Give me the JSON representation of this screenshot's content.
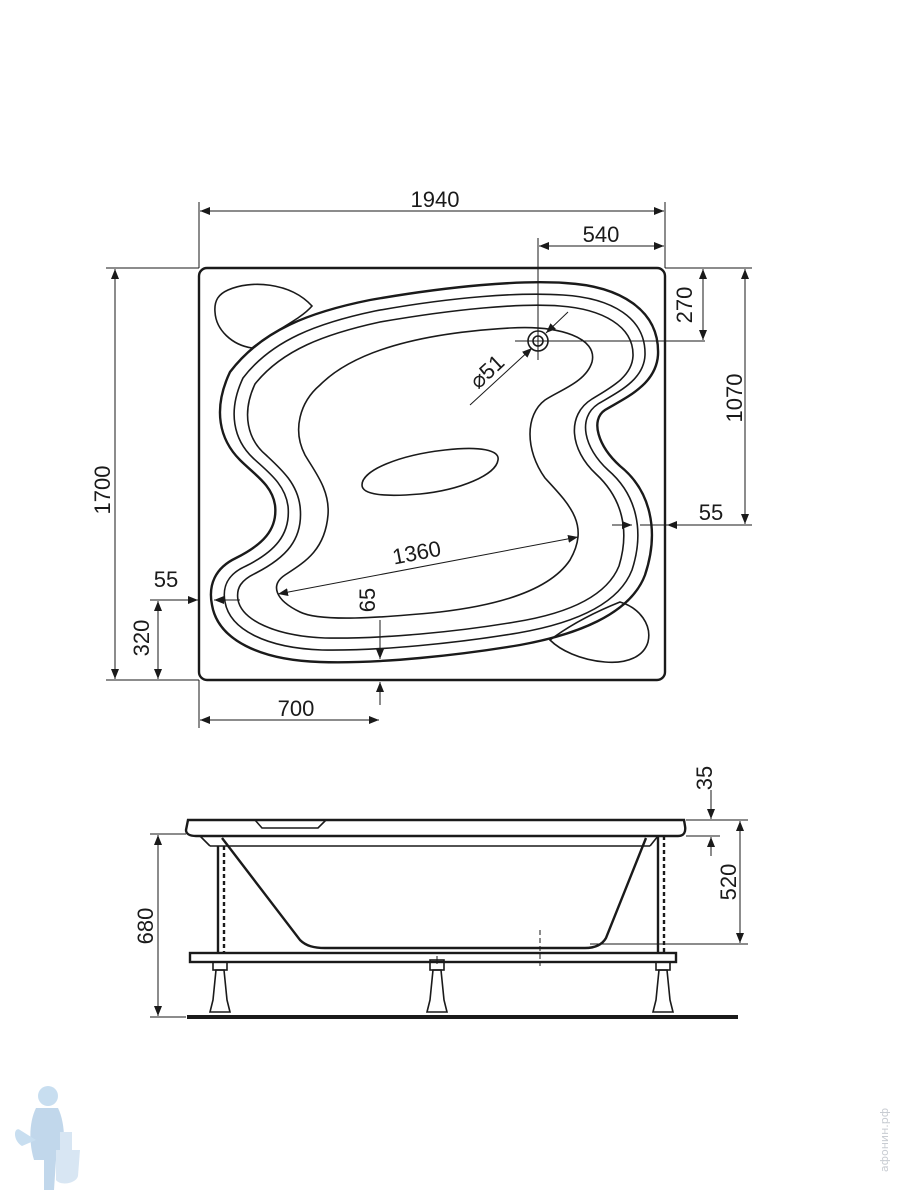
{
  "top_view": {
    "overall_width": "1940",
    "drain_offset_right": "540",
    "drain_offset_top": "270",
    "drain_diameter": "⌀51",
    "drain_to_armrest": "1070",
    "rim_right": "55",
    "overall_length": "1700",
    "rim_left": "55",
    "left_offset": "320",
    "inner_length": "1360",
    "depth_offset": "65",
    "bottom_offset": "700"
  },
  "side_view": {
    "rim_height": "35",
    "tub_depth": "520",
    "total_height": "680"
  },
  "watermark": {
    "text": "афонин.рф",
    "icon": "plumber-mascot-icon"
  }
}
